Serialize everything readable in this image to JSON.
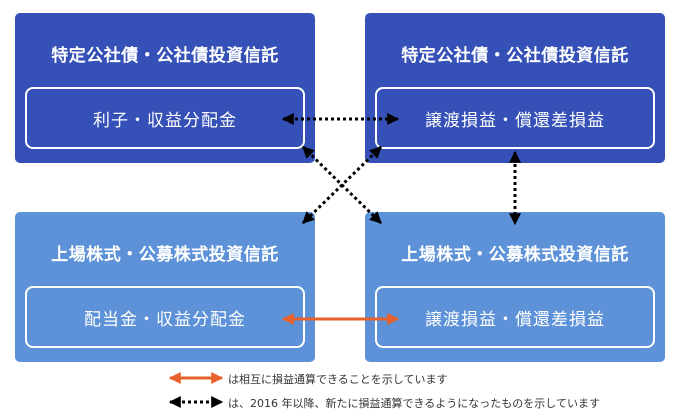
{
  "boxes": {
    "top_left": {
      "title": "特定公社債・公社債投資信託",
      "inner": "利子・収益分配金"
    },
    "top_right": {
      "title": "特定公社債・公社債投資信託",
      "inner": "譲渡損益・償還差損益"
    },
    "bottom_left": {
      "title": "上場株式・公募株式投資信託",
      "inner": "配当金・収益分配金"
    },
    "bottom_right": {
      "title": "上場株式・公募株式投資信託",
      "inner": "譲渡損益・償還差損益"
    }
  },
  "legend": {
    "solid_text": "は相互に損益通算できることを示しています",
    "dotted_text": "は、2016 年以降、新たに損益通算できるようになったものを示しています"
  },
  "colors": {
    "dark_box": "#3550b7",
    "light_box": "#5d92d8",
    "solid_arrow": "#e8612c",
    "dotted_arrow": "#000000"
  }
}
